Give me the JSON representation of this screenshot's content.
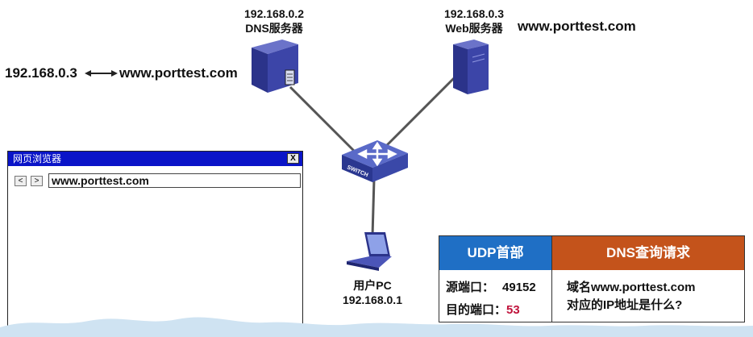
{
  "dns_server": {
    "ip": "192.168.0.2",
    "label": "DNS服务器"
  },
  "web_server": {
    "ip": "192.168.0.3",
    "label": "Web服务器",
    "domain": "www.porttest.com"
  },
  "mapping": {
    "ip": "192.168.0.3",
    "domain": "www.porttest.com"
  },
  "switch": {
    "label": "SWITCH"
  },
  "pc": {
    "label": "用户PC",
    "ip": "192.168.0.1"
  },
  "browser": {
    "title": "网页浏览器",
    "close": "X",
    "back": "<",
    "forward": ">",
    "url": "www.porttest.com"
  },
  "packet": {
    "udp_header": "UDP首部",
    "dns_header": "DNS查询请求",
    "src_port_label": "源端口：",
    "src_port_value": "49152",
    "dst_port_label": "目的端口：",
    "dst_port_value": "53",
    "query_line1": "域名www.porttest.com",
    "query_line2": "对应的IP地址是什么?"
  },
  "colors": {
    "udp": "#1f6fc5",
    "dns": "#c4531b",
    "browser_title": "#0a14c8",
    "port_highlight": "#c0143c"
  }
}
